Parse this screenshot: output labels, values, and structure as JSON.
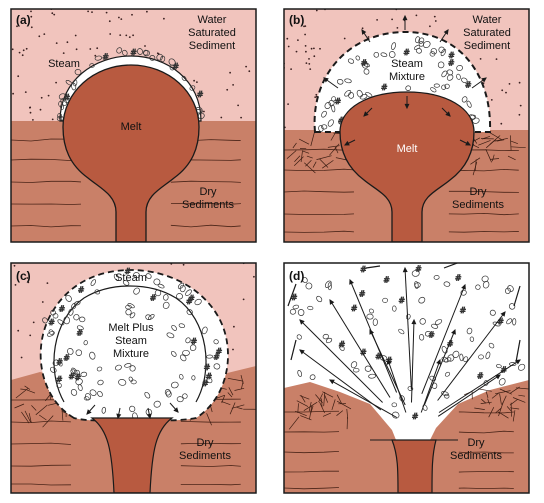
{
  "panels": [
    {
      "id": "a",
      "label": "(a)",
      "texts": {
        "water": [
          "Water",
          "Saturated",
          "Sediment"
        ],
        "steam": "Steam",
        "melt": "Melt",
        "dry": [
          "Dry",
          "Sediments"
        ]
      }
    },
    {
      "id": "b",
      "label": "(b)",
      "texts": {
        "water": [
          "Water",
          "Saturated",
          "Sediment"
        ],
        "mixture": [
          "Steam",
          "Mixture"
        ],
        "melt": "Melt",
        "dry": [
          "Dry",
          "Sediments"
        ]
      }
    },
    {
      "id": "c",
      "label": "(c)",
      "texts": {
        "steam": "Steam",
        "mixture": [
          "Melt Plus",
          "Steam",
          "Mixture"
        ],
        "dry": [
          "Dry",
          "Sediments"
        ]
      }
    },
    {
      "id": "d",
      "label": "(d)",
      "texts": {
        "dry": [
          "Dry",
          "Sediments"
        ]
      }
    }
  ],
  "colors": {
    "water_sediment": "#f1c4bd",
    "dry_sediment": "#c98068",
    "melt": "#b85a40",
    "steam": "#ffffff",
    "outline": "#1a1a1a",
    "background": "#ffffff"
  }
}
